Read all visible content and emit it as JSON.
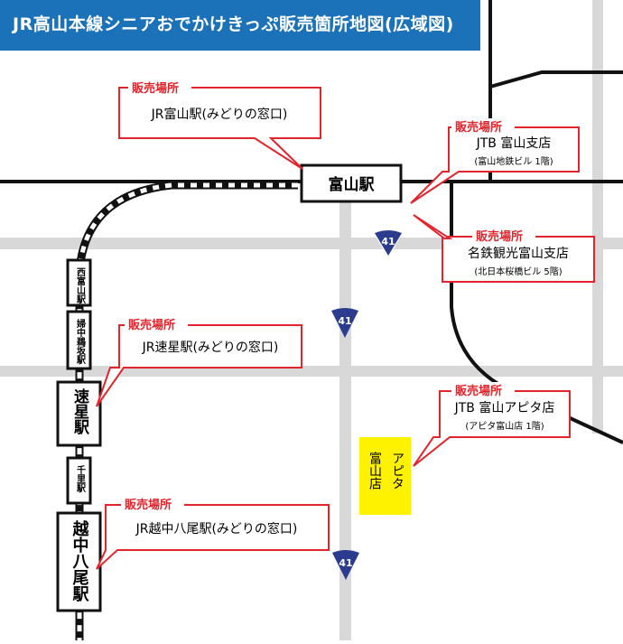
{
  "header": {
    "title": "JR高山本線シニアおでかけきっぷ販売箇所地図(広域図)"
  },
  "colors": {
    "header_bg": "#1b72b8",
    "callout_red": "#e0262c",
    "road_gray": "#d8d8d8",
    "rail_black": "#111111",
    "route_sign_blue": "#2b3b8e",
    "store_yellow": "#fff200"
  },
  "callouts": [
    {
      "label": "販売場所",
      "name": "JR富山駅(みどりの窓口)",
      "sub": ""
    },
    {
      "label": "販売場所",
      "name": "JTB 富山支店",
      "sub": "(富山地鉄ビル 1階)"
    },
    {
      "label": "販売場所",
      "name": "名鉄観光富山支店",
      "sub": "(北日本桜橋ビル 5階)"
    },
    {
      "label": "販売場所",
      "name": "JR速星駅(みどりの窓口)",
      "sub": ""
    },
    {
      "label": "販売場所",
      "name": "JTB 富山アピタ店",
      "sub": "(アピタ富山店 1階)"
    },
    {
      "label": "販売場所",
      "name": "JR越中八尾駅(みどりの窓口)",
      "sub": ""
    }
  ],
  "stations": {
    "toyama": "富山駅",
    "nishitoyama": "西富山駅",
    "fuchumaruyama": "婦中鵜坂駅",
    "hayahoshi": "速星駅",
    "chisato": "千里駅",
    "etchuyatsuo": "越中八尾駅"
  },
  "store": {
    "line1": "アピタ",
    "line2": "富山店"
  },
  "route_signs": [
    "41",
    "41",
    "41"
  ]
}
